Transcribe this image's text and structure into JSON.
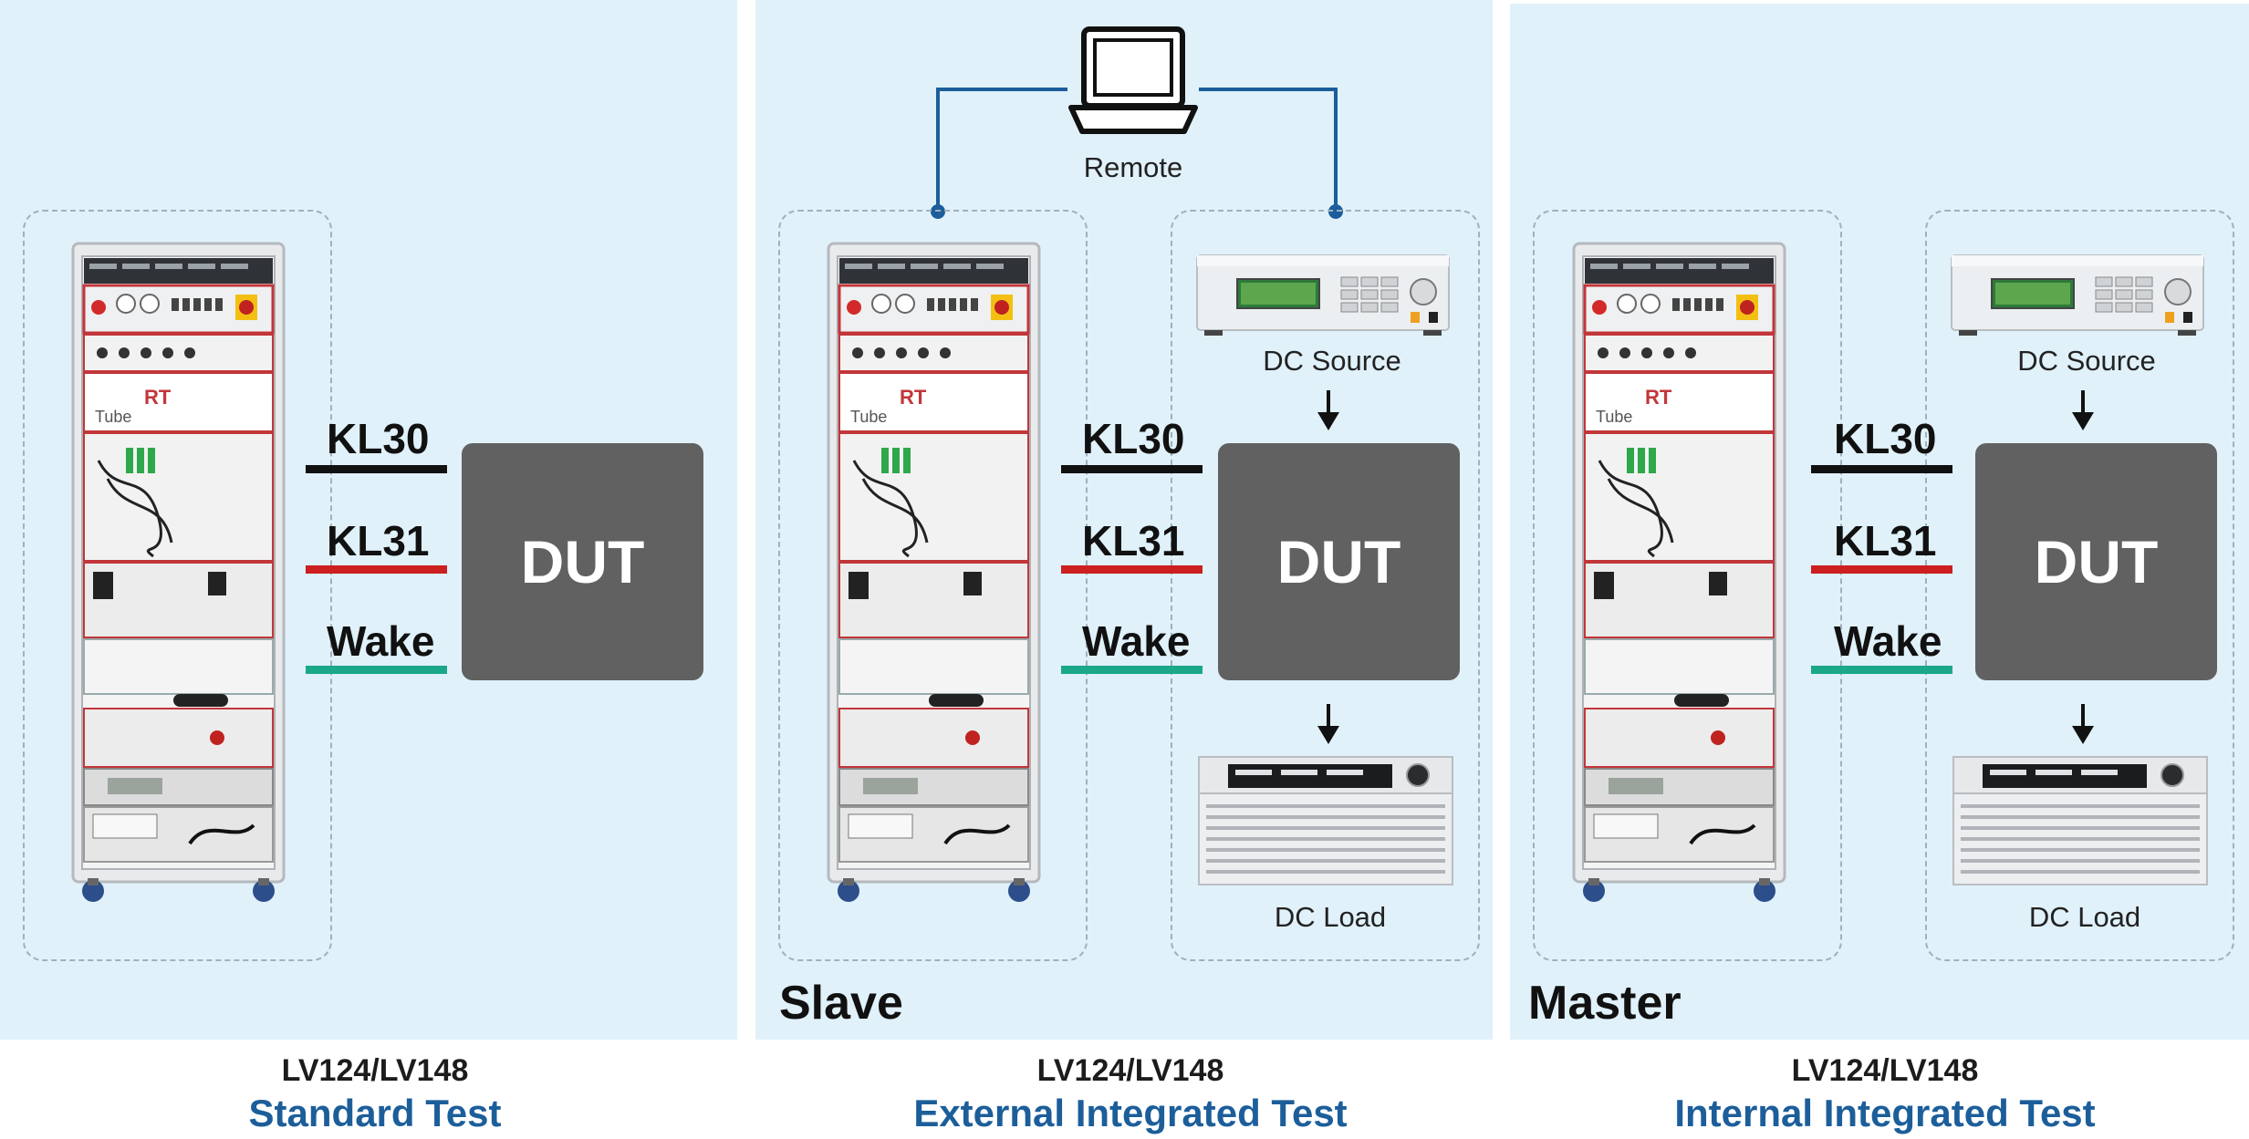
{
  "panels": [
    {
      "id": "standard",
      "signals": [
        "KL30",
        "KL31",
        "Wake"
      ],
      "dut": "DUT",
      "caption_sub": "LV124/LV148",
      "caption_main": "Standard Test"
    },
    {
      "id": "external",
      "mode": "Slave",
      "remote": "Remote",
      "source": "DC Source",
      "load": "DC Load",
      "signals": [
        "KL30",
        "KL31",
        "Wake"
      ],
      "dut": "DUT",
      "caption_sub": "LV124/LV148",
      "caption_main": "External Integrated Test"
    },
    {
      "id": "internal",
      "mode": "Master",
      "source": "DC Source",
      "load": "DC Load",
      "signals": [
        "KL30",
        "KL31",
        "Wake"
      ],
      "dut": "DUT",
      "caption_sub": "LV124/LV148",
      "caption_main": "Internal Integrated Test"
    }
  ],
  "colors": {
    "panel_bg": "#e0f1fa",
    "kl30": "#111111",
    "kl31": "#cc1f1f",
    "wake": "#1aa889",
    "caption_accent": "#1c5e9a",
    "remote_wire": "#1b5e9b"
  }
}
